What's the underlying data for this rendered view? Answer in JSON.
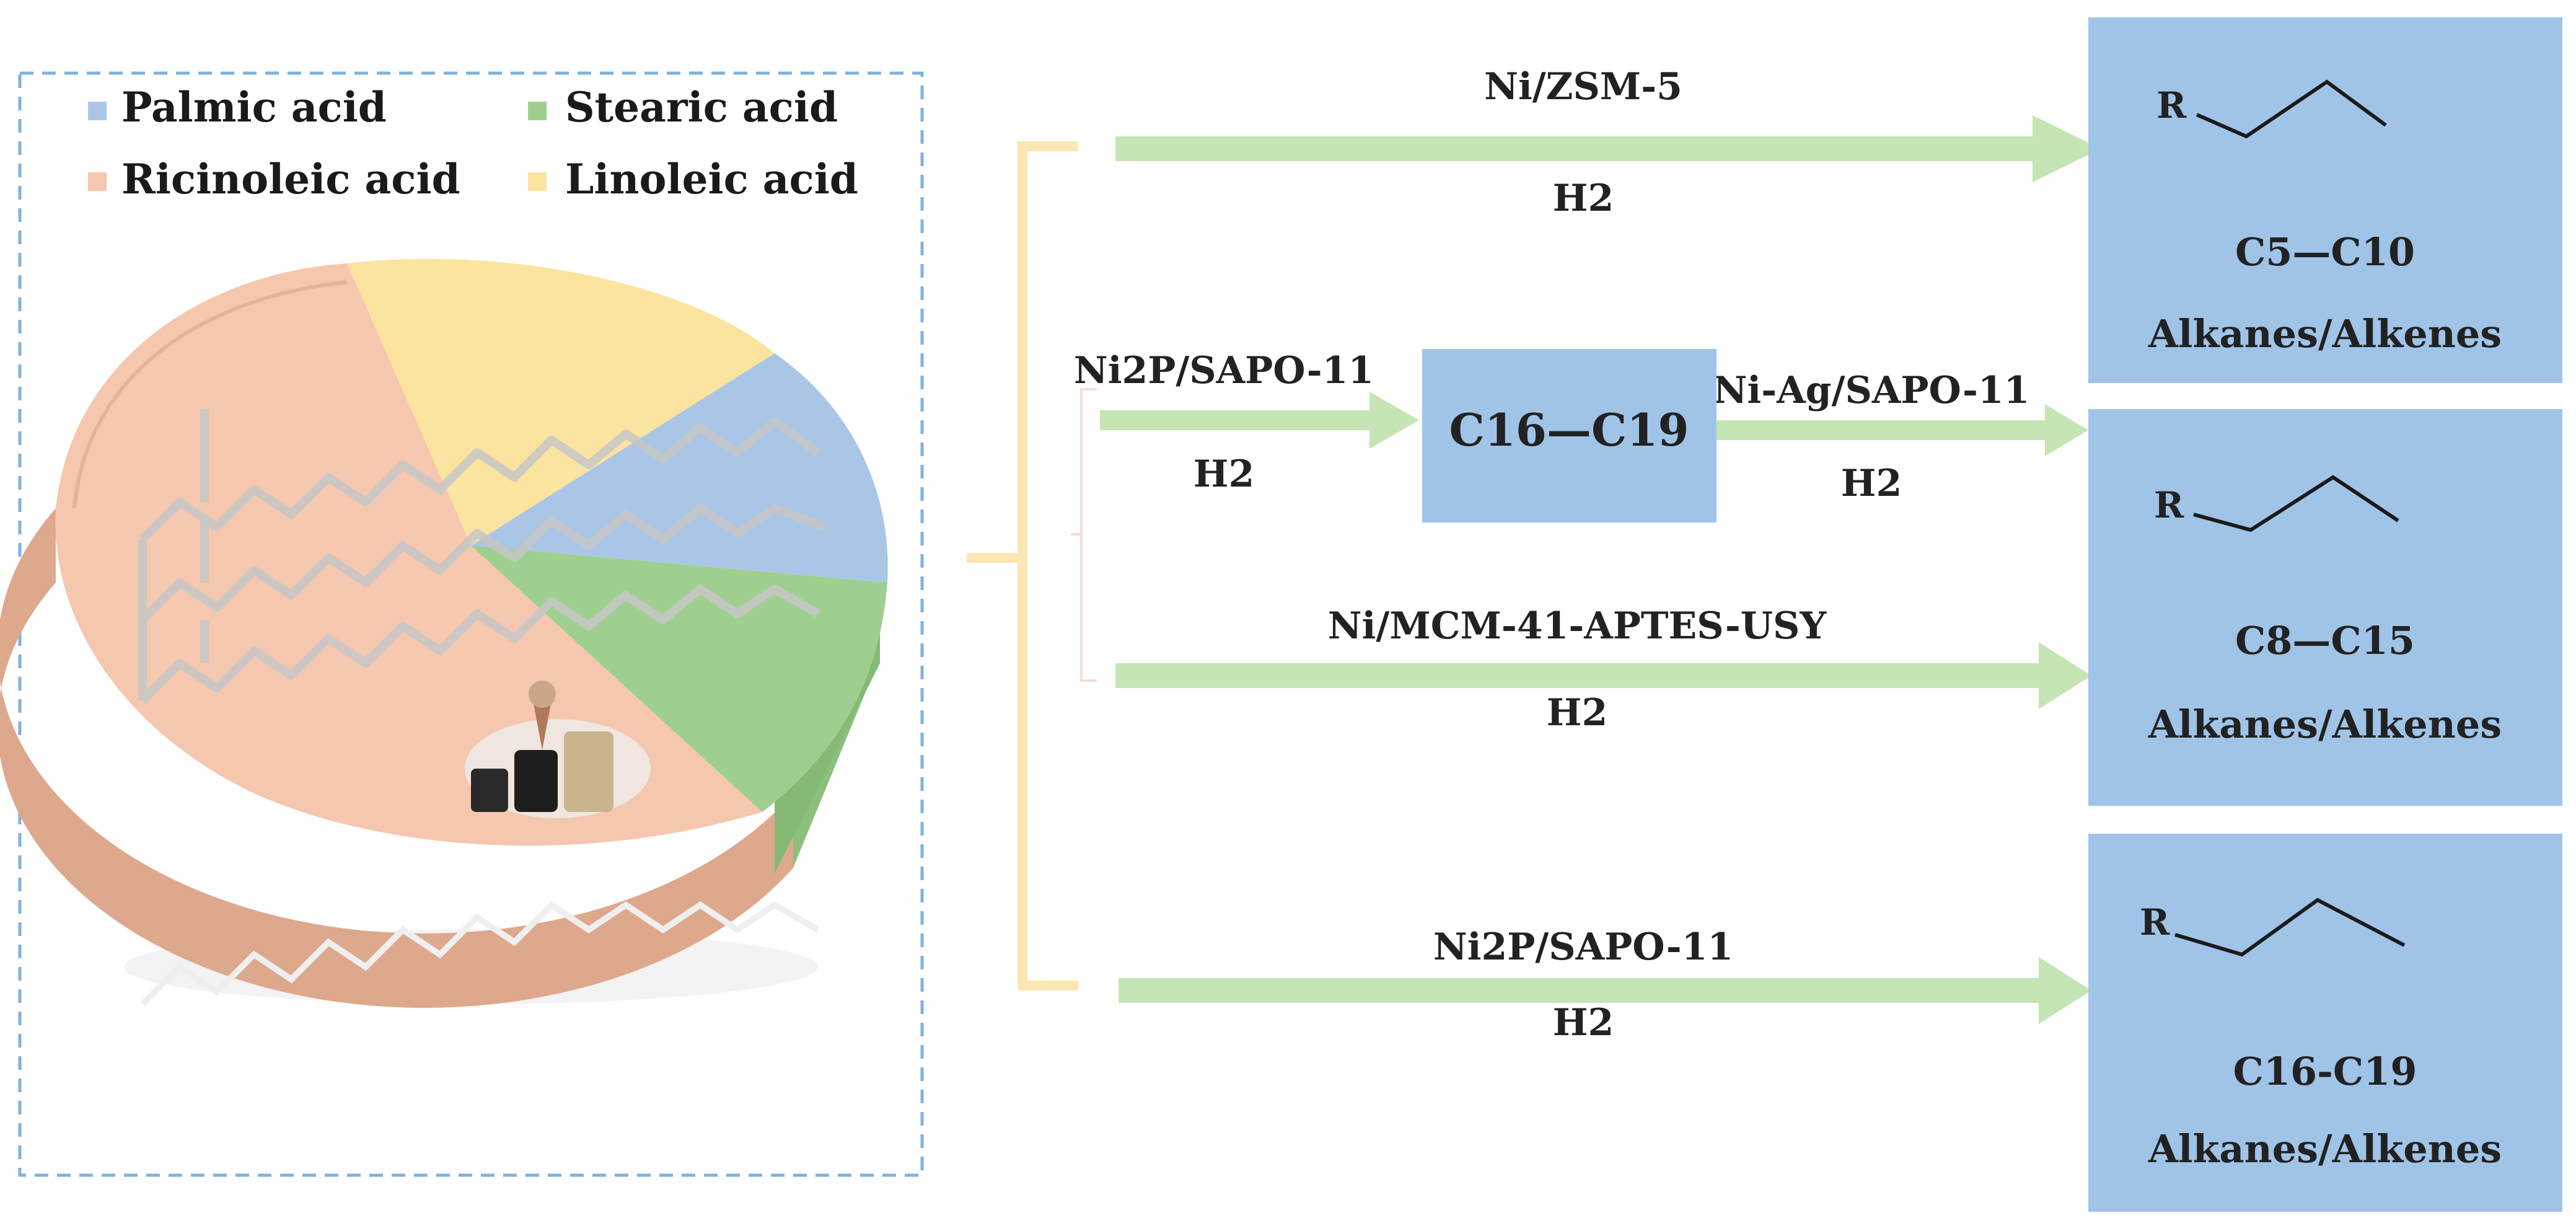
{
  "legend": [
    {
      "label": "Palmic acid",
      "color": "#a9c6e6"
    },
    {
      "label": "Stearic acid",
      "color": "#9fcf8f"
    },
    {
      "label": "Ricinoleic acid",
      "color": "#f4c7ae"
    },
    {
      "label": "Linoleic acid",
      "color": "#fbe3a0"
    }
  ],
  "routes": [
    {
      "catalyst": "Ni/ZSM-5",
      "reagent": "H2"
    },
    {
      "catalyst": "Ni2P/SAPO-11",
      "reagent": "H2",
      "intermediate": "C16—C19",
      "catalyst2": "Ni-Ag/SAPO-11",
      "reagent2": "H2"
    },
    {
      "catalyst": "Ni/MCM-41-APTES-USY",
      "reagent": "H2"
    },
    {
      "catalyst": "Ni2P/SAPO-11",
      "reagent": "H2"
    }
  ],
  "products": [
    {
      "r_label": "R",
      "range": "C5—C10",
      "class": "Alkanes/Alkenes"
    },
    {
      "r_label": "R",
      "range": "C8—C15",
      "class": "Alkanes/Alkenes"
    },
    {
      "r_label": "R",
      "range": "C16-C19",
      "class": "Alkanes/Alkenes"
    }
  ],
  "colors": {
    "arrow": "#c6e5b4",
    "box": "#a0c4e8",
    "bracket": "#fce6b4",
    "frame": "#7fb2de",
    "palmic": "#a9c6e6",
    "stearic": "#9fcf8f",
    "ricinoleic": "#f4c7ae",
    "linoleic": "#fbe3a0"
  }
}
